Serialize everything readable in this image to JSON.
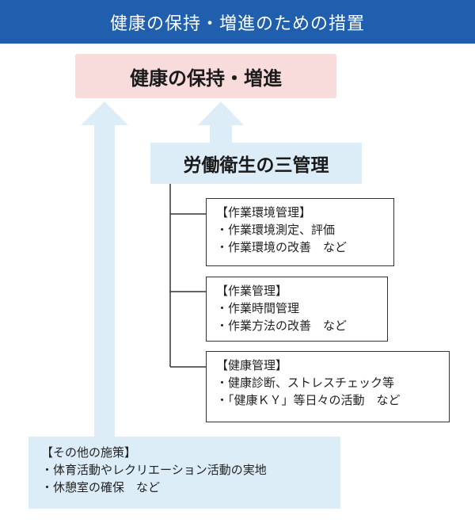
{
  "header": {
    "title": "健康の保持・増進のための措置"
  },
  "goal": {
    "label": "健康の保持・増進"
  },
  "management": {
    "title": "労働衛生の三管理",
    "boxes": [
      {
        "title": "【作業環境管理】",
        "items": [
          "・作業環境測定、評価",
          "・作業環境の改善　など"
        ]
      },
      {
        "title": "【作業管理】",
        "items": [
          "・作業時間管理",
          "・作業方法の改善　など"
        ]
      },
      {
        "title": "【健康管理】",
        "items": [
          "・健康診断、ストレスチェック等",
          "・「健康ＫＹ」等日々の活動　など"
        ]
      }
    ]
  },
  "other": {
    "title": "【その他の施策】",
    "items": [
      "・体育活動やレクリエーション活動の実地",
      "・休憩室の確保　など"
    ]
  },
  "colors": {
    "header_bg": "#1f5fad",
    "goal_bg": "#f8dcdc",
    "light_blue": "#dcedf8",
    "border": "#333333"
  }
}
